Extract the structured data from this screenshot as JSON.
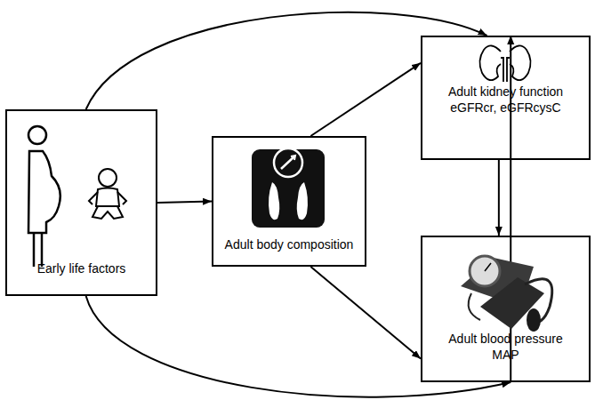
{
  "diagram": {
    "nodes": [
      {
        "text": [
          "Early life factors"
        ]
      },
      {
        "text": [
          "Adult body composition"
        ]
      },
      {
        "text": [
          "Adult kidney function eGFRcr, eGFRcysC"
        ]
      },
      {
        "text": [
          "Adult blood pressure MAP"
        ]
      }
    ],
    "edges": [
      {
        "from": 0,
        "to": 1,
        "arrow": "to"
      },
      {
        "from": 1,
        "to": 2,
        "arrow": "to"
      },
      {
        "from": 1,
        "to": 3,
        "arrow": "to"
      },
      {
        "from": 0,
        "to": 2,
        "arrow": "to"
      },
      {
        "from": 0,
        "to": 3,
        "arrow": "to"
      },
      {
        "from": 2,
        "to": 3,
        "arrow": "to"
      },
      {
        "from": 3,
        "to": 2,
        "arrow": "to"
      }
    ]
  }
}
